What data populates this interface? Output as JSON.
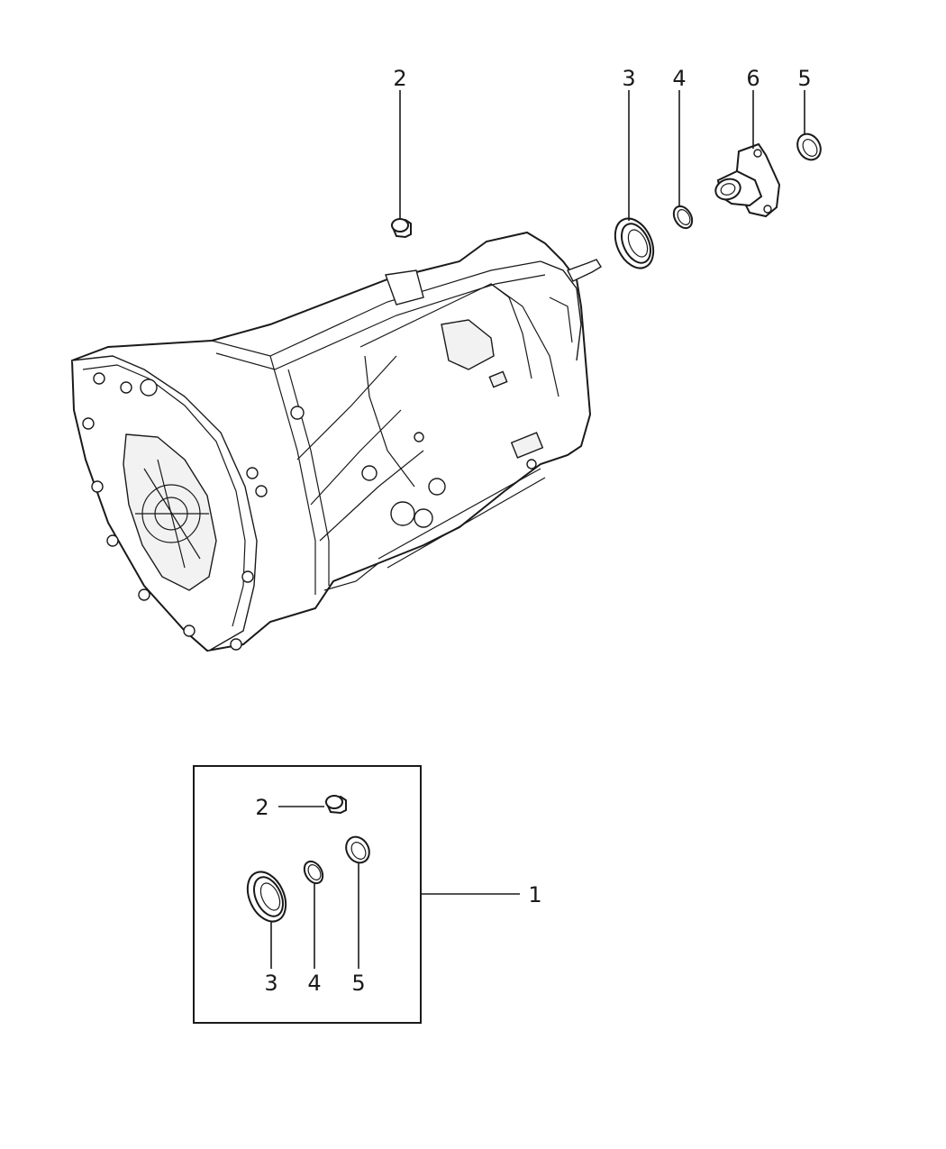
{
  "callouts": {
    "top": {
      "c2": "2",
      "c3": "3",
      "c4": "4",
      "c6": "6",
      "c5": "5"
    },
    "kit": {
      "c1": "1",
      "c2": "2",
      "c3": "3",
      "c4": "4",
      "c5": "5"
    }
  }
}
